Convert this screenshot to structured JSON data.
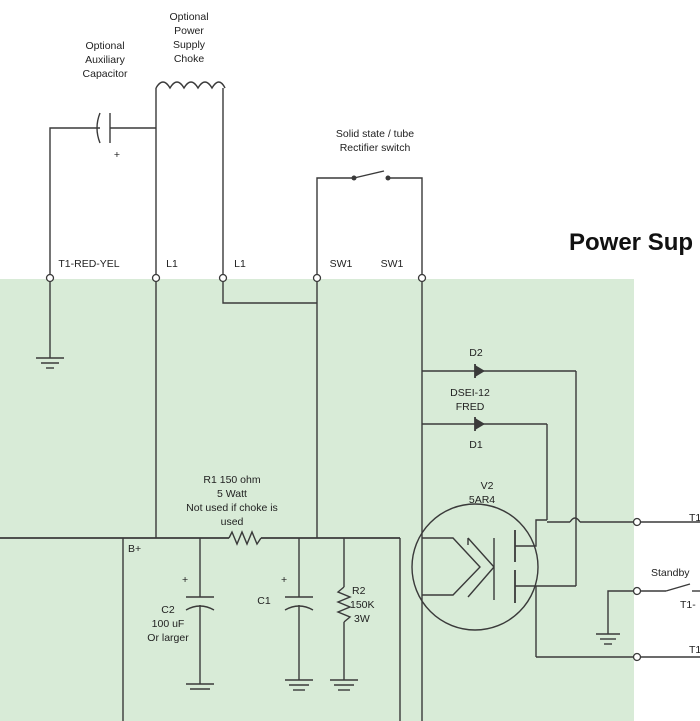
{
  "title": "Power Sup",
  "annotations": {
    "aux_cap": [
      "Optional",
      "Auxiliary",
      "Capacitor"
    ],
    "choke": [
      "Optional",
      "Power",
      "Supply",
      "Choke"
    ],
    "rect_switch": [
      "Solid state / tube",
      "Rectifier switch"
    ],
    "r1": [
      "R1 150 ohm",
      "5 Watt",
      "Not used if choke is",
      "used"
    ],
    "c2": [
      "C2",
      "100 uF",
      "Or larger"
    ],
    "r2": [
      "R2",
      "150K",
      "3W"
    ],
    "v2": [
      "V2",
      "5AR4"
    ],
    "diode_part": [
      "DSEI-12",
      "FRED"
    ],
    "standby": "Standby",
    "plus": "+"
  },
  "terminals": {
    "t1_red_yel": "T1-RED-YEL",
    "l1_a": "L1",
    "l1_b": "L1",
    "sw1_a": "SW1",
    "sw1_b": "SW1",
    "b_plus": "B+",
    "c1": "C1",
    "d1": "D1",
    "d2": "D2",
    "right_1": "T1",
    "right_2": "T1-",
    "right_3": "T1"
  },
  "colors": {
    "board_fill": "#d8ebd7",
    "wire": "#3a3a3a",
    "background": "#ffffff"
  }
}
